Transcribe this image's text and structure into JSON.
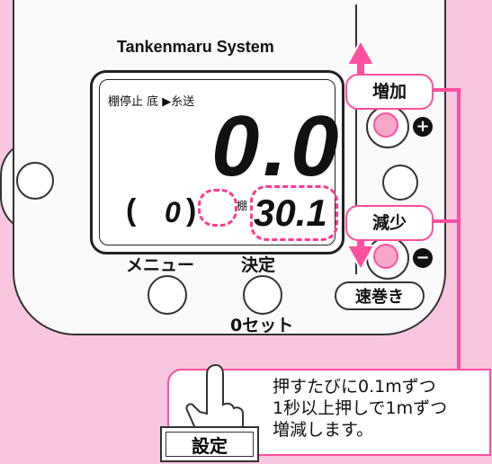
{
  "device": {
    "brand": "Tankenmaru System",
    "lcd": {
      "status_line": "棚停止 底 ▶糸送",
      "main_readout": "0.0",
      "offset_value": "0",
      "paren_open": "(",
      "paren_close": ")",
      "shelf_label": "棚",
      "shelf_value": "30.1"
    },
    "buttons": {
      "menu_label": "メニュー",
      "confirm_label": "決定",
      "zero_set_label": "0セット",
      "increase_label": "増加",
      "decrease_label": "減少",
      "plus_symbol": "+",
      "minus_symbol": "−",
      "speed_wind_label": "速巻き"
    }
  },
  "info": {
    "text": "押すたびに0.1mずつ\n1秒以上押しで1mずつ\n増減します。",
    "setting_label": "設定"
  },
  "colors": {
    "background": "#f8c6df",
    "accent_pink": "#ff4f9f"
  }
}
